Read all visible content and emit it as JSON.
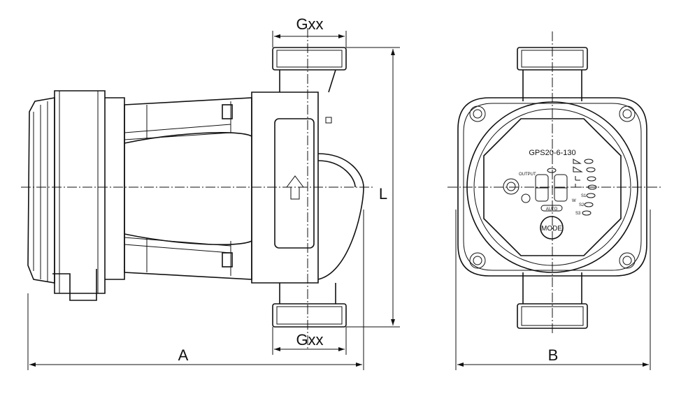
{
  "dimensions": {
    "pipe_top": "Gxx",
    "pipe_bottom": "Gxx",
    "length": "L",
    "overall_width": "A",
    "front_width": "B"
  },
  "panel": {
    "model": "GPS20-6-130",
    "output_label": "OUTPUT",
    "auto_label": "AUTO",
    "mode_label": "MODE",
    "w_label": "W",
    "s1_label": "S1",
    "s2_label": "S2",
    "s3_label": "S3"
  }
}
